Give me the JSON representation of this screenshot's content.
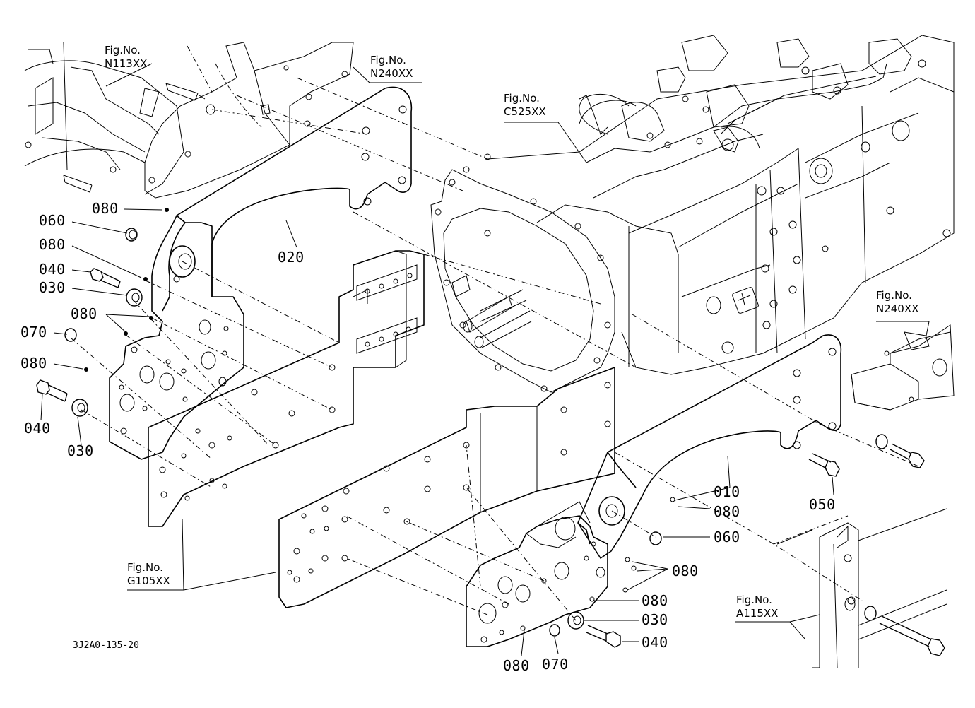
{
  "figure_refs": [
    {
      "id": "n113",
      "line1": "Fig.No.",
      "line2": "N113XX"
    },
    {
      "id": "n240a",
      "line1": "Fig.No.",
      "line2": "N240XX"
    },
    {
      "id": "c525",
      "line1": "Fig.No.",
      "line2": "C525XX"
    },
    {
      "id": "n240b",
      "line1": "Fig.No.",
      "line2": "N240XX"
    },
    {
      "id": "g105",
      "line1": "Fig.No.",
      "line2": "G105XX"
    },
    {
      "id": "a115",
      "line1": "Fig.No.",
      "line2": "A115XX"
    }
  ],
  "part_labels": [
    "080",
    "060",
    "080",
    "040",
    "030",
    "080",
    "070",
    "080",
    "040",
    "030",
    "020",
    "010",
    "080",
    "060",
    "050",
    "080",
    "080",
    "030",
    "040",
    "070",
    "080"
  ],
  "drawing_code": "3J2A0-135-20"
}
